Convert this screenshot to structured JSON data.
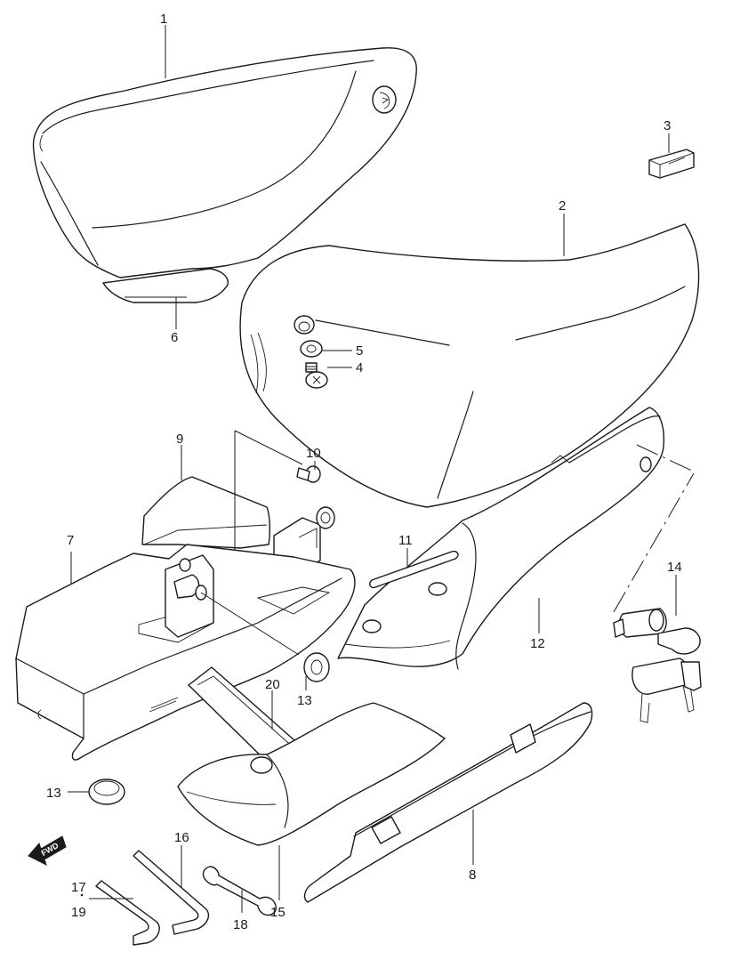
{
  "diagram": {
    "callouts": {
      "c1": "1",
      "c2": "2",
      "c3": "3",
      "c4": "4",
      "c5": "5",
      "c6": "6",
      "c7": "7",
      "c8": "8",
      "c9": "9",
      "c10": "10",
      "c11": "11",
      "c12": "12",
      "c13a": "13",
      "c13b": "13",
      "c14": "14",
      "c15": "15",
      "c16": "16",
      "c17": "17",
      "c18": "18",
      "c19": "19",
      "c20": "20"
    },
    "fwd_label": "FWD",
    "line_color": "#1a1a1a"
  }
}
